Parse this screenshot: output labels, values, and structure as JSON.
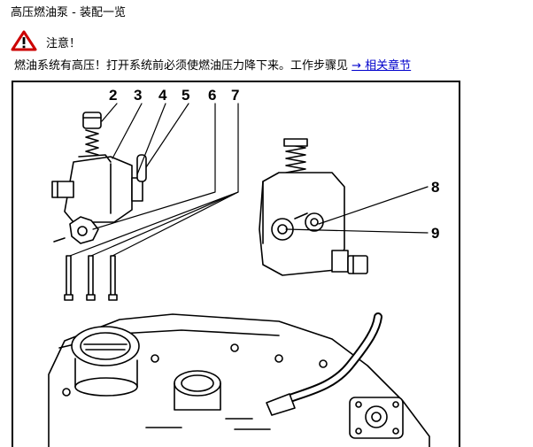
{
  "page": {
    "title": "高压燃油泵 - 装配一览"
  },
  "notice": {
    "icon": "warning-triangle-icon",
    "icon_color": "#cc0000",
    "label": "注意！",
    "text": "燃油系统有高压！打开系统前必须使燃油压力降下来。工作步骤见 ",
    "link_text": "→ 相关章节",
    "link_color": "#0000cc"
  },
  "figure": {
    "callouts": [
      "2",
      "3",
      "4",
      "5",
      "6",
      "7",
      "8",
      "9"
    ]
  }
}
